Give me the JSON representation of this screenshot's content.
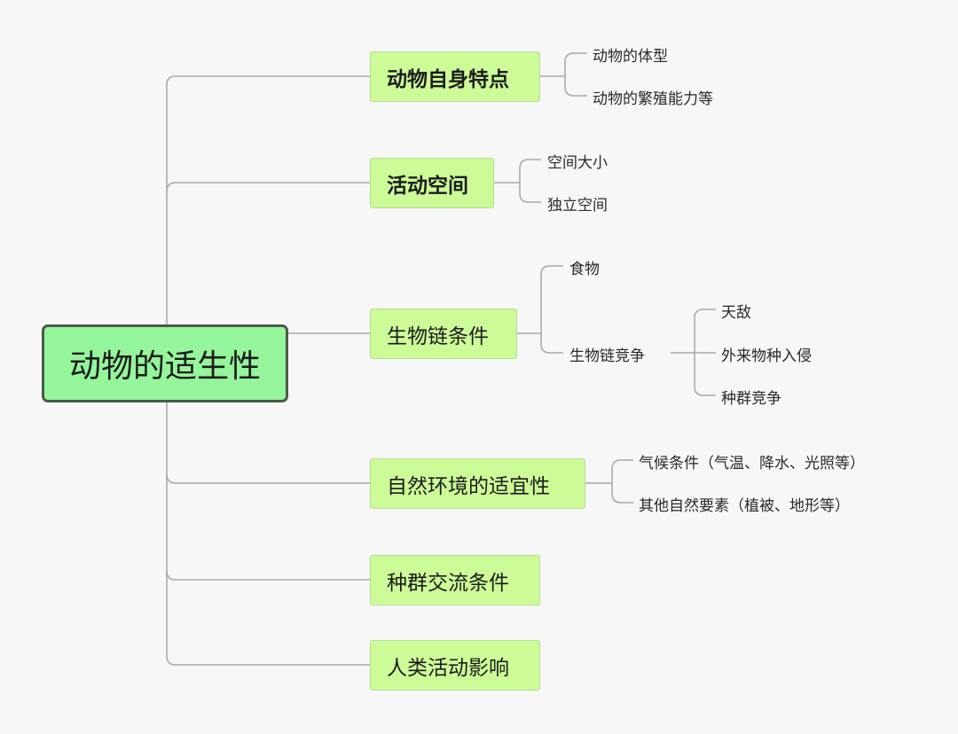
{
  "root": {
    "label": "动物的适生性"
  },
  "branches": [
    {
      "label": "动物自身特点",
      "children": [
        "动物的体型",
        "动物的繁殖能力等"
      ]
    },
    {
      "label": "活动空间",
      "children": [
        "空间大小",
        "独立空间"
      ]
    },
    {
      "label": "生物链条件",
      "children": [
        "食物",
        "生物链竞争"
      ],
      "sub_children": [
        "天敌",
        "外来物种入侵",
        "种群竞争"
      ]
    },
    {
      "label": "自然环境的适宜性",
      "children": [
        "气候条件（气温、降水、光照等）",
        "其他自然要素（植被、地形等）"
      ]
    },
    {
      "label": "种群交流条件"
    },
    {
      "label": "人类活动影响"
    }
  ],
  "colors": {
    "root_fill": "#94f59a",
    "root_border": "#4a5a4a",
    "branch_fill": "#ccfb98",
    "line": "#aaaaaa"
  }
}
